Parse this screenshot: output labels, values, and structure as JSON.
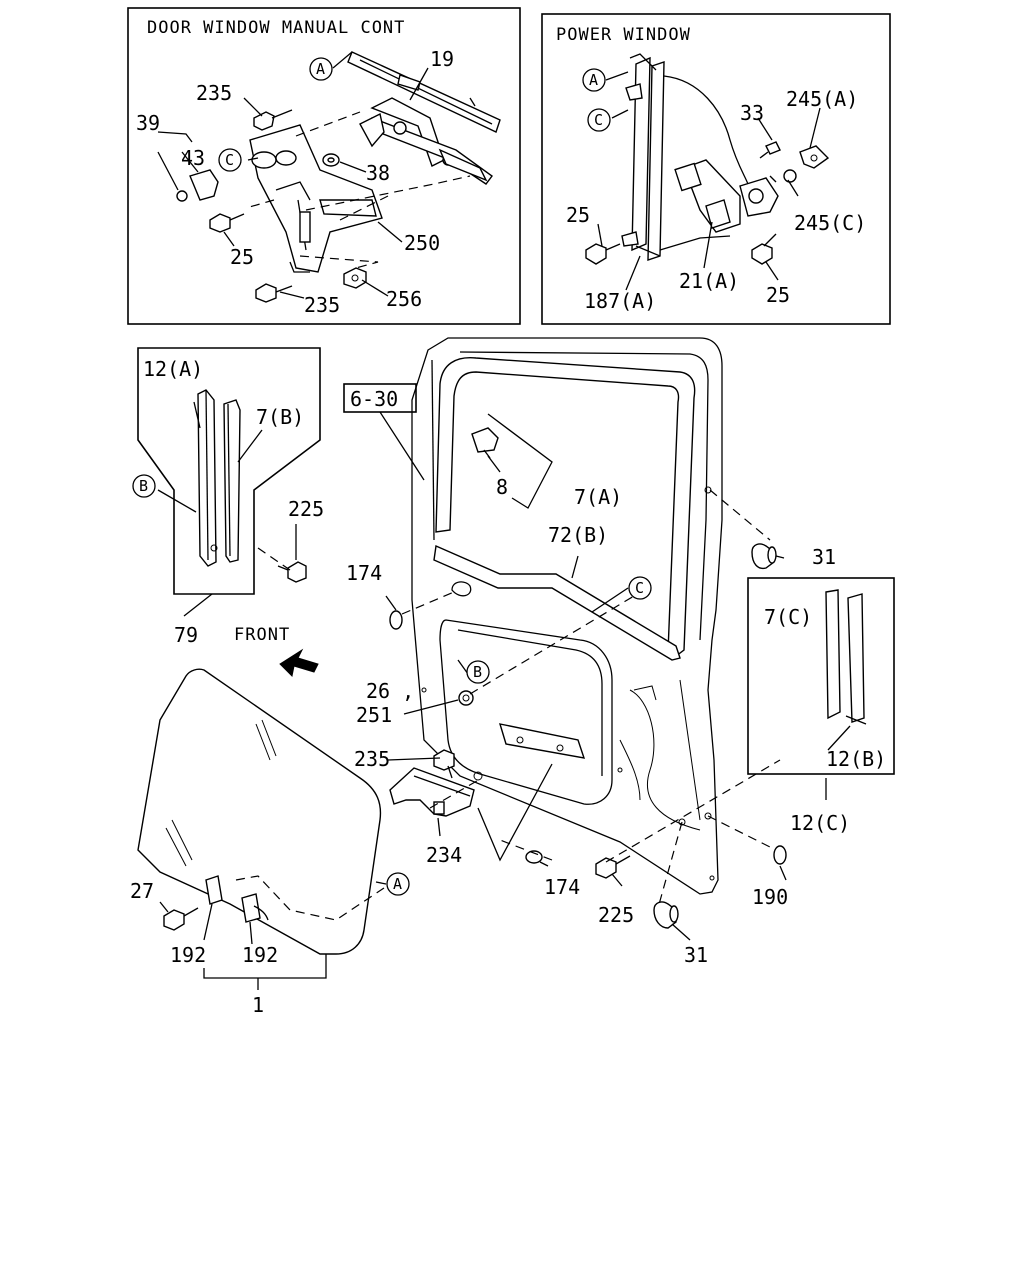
{
  "boxes": {
    "manual": {
      "title": "DOOR WINDOW MANUAL CONT"
    },
    "power": {
      "title": "POWER WINDOW"
    }
  },
  "front_label": "FRONT",
  "ref_box_label": "6-30",
  "circle_refs": [
    "A",
    "B",
    "C"
  ],
  "callouts": {
    "m_19": "19",
    "m_235a": "235",
    "m_39": "39",
    "m_43": "43",
    "m_38": "38",
    "m_25": "25",
    "m_250": "250",
    "m_256": "256",
    "m_235b": "235",
    "p_33": "33",
    "p_245a": "245(A)",
    "p_25a": "25",
    "p_245c": "245(C)",
    "p_21a": "21(A)",
    "p_187a": "187(A)",
    "p_25b": "25",
    "c_12a": "12(A)",
    "c_7b": "7(B)",
    "c_225a": "225",
    "c_79": "79",
    "c_174a": "174",
    "c_8": "8",
    "c_7a": "7(A)",
    "c_72b": "72(B)",
    "c_31a": "31",
    "c_7c": "7(C)",
    "c_12b": "12(B)",
    "c_12c": "12(C)",
    "c_26": "26 ,",
    "c_251": "251",
    "c_235": "235",
    "c_234": "234",
    "c_174b": "174",
    "c_225b": "225",
    "c_190": "190",
    "c_31b": "31",
    "c_27": "27",
    "c_192a": "192",
    "c_192b": "192",
    "c_1": "1"
  }
}
